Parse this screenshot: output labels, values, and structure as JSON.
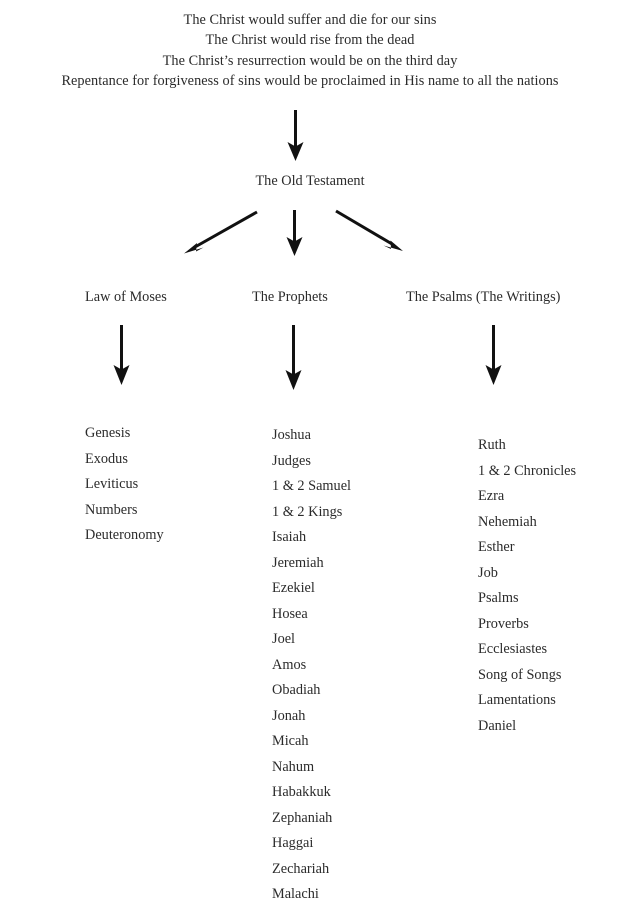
{
  "diagram": {
    "title_lines": [
      "The Christ would suffer and die for our sins",
      "The Christ would rise from the dead",
      "The Christ’s resurrection would be on the third day",
      "Repentance for forgiveness of sins would be proclaimed in His name to all the nations"
    ],
    "root_node": "The Old Testament",
    "columns": [
      {
        "header": "Law of Moses",
        "books": [
          "Genesis",
          "Exodus",
          "Leviticus",
          "Numbers",
          "Deuteronomy"
        ]
      },
      {
        "header": "The Prophets",
        "books": [
          "Joshua",
          "Judges",
          "1 & 2 Samuel",
          "1 & 2 Kings",
          "Isaiah",
          "Jeremiah",
          "Ezekiel",
          "Hosea",
          "Joel",
          "Amos",
          "Obadiah",
          "Jonah",
          "Micah",
          "Nahum",
          "Habakkuk",
          "Zephaniah",
          "Haggai",
          "Zechariah",
          "Malachi"
        ]
      },
      {
        "header": "The Psalms (The Writings)",
        "books": [
          "Ruth",
          "1 & 2 Chronicles",
          "Ezra",
          "Nehemiah",
          "Esther",
          "Job",
          "Psalms",
          "Proverbs",
          "Ecclesiastes",
          "Song of Songs",
          "Lamentations",
          "Daniel"
        ]
      }
    ],
    "colors": {
      "background": "#ffffff",
      "text": "#2b2b2b",
      "arrow": "#111111"
    }
  }
}
